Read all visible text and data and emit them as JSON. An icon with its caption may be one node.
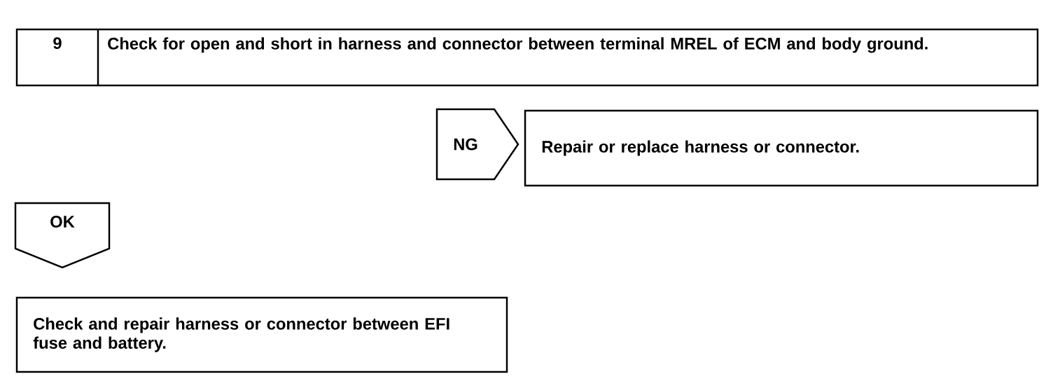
{
  "diagram": {
    "nodes": [
      {
        "text": [
          "9",
          "Check for open and short in harness and connector between terminal MREL of ECM and body ground."
        ]
      },
      {
        "text": [
          "NG"
        ]
      },
      {
        "text": [
          "Repair or replace harness or connector."
        ]
      },
      {
        "text": [
          "OK"
        ]
      },
      {
        "text": [
          "Check and repair harness or connector between EFI fuse and battery."
        ]
      }
    ]
  }
}
